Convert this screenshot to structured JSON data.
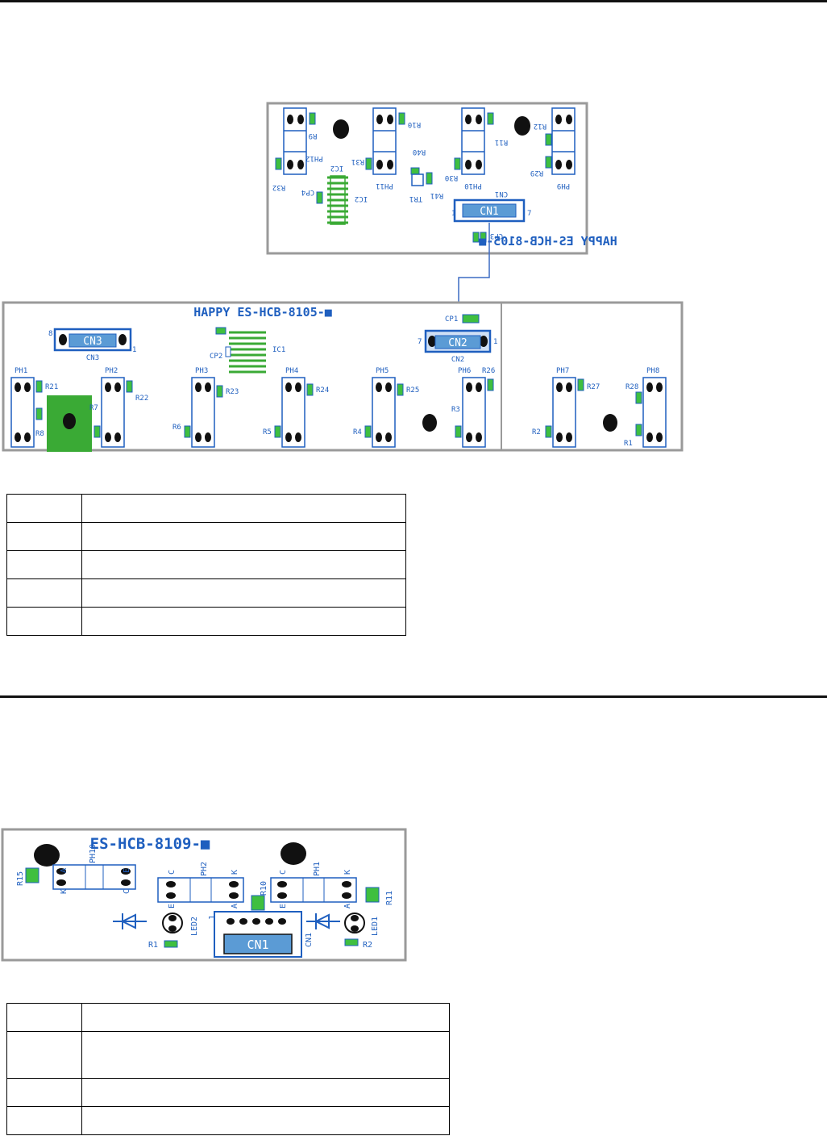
{
  "colors": {
    "board_fill": "#ffffff",
    "board_stroke": "#9a9a9a",
    "silk": "#1f5fbf",
    "pad": "#111111",
    "resistor": "#3fbf3f",
    "connector": "#5b9bd5",
    "connector_text": "#ffffff",
    "heatsink": "#3aaa35",
    "wire": "#3c6bc4"
  },
  "top_board": {
    "title": "HAPPY ES-HCB-8105-■",
    "labels": {
      "r9": "R9",
      "r10": "R10",
      "r11": "R11",
      "r12": "R12",
      "ph12": "PH12",
      "ph11": "PH11",
      "ph10": "PH10",
      "ph9": "PH9",
      "r32": "R32",
      "r31": "R31",
      "r30": "R30",
      "r29": "R29",
      "r40": "R40",
      "r41": "R41",
      "tr1": "TR1",
      "ic2a": "IC2",
      "ic2b": "IC2",
      "cp4": "CP4",
      "cp3": "CP3",
      "cn_small": "CN1",
      "pin1": "1",
      "pin7": "7"
    },
    "connector": "CN1"
  },
  "bottom_board": {
    "title": "HAPPY ES-HCB-8105-■",
    "connectors": {
      "cn3": "CN3",
      "cn2": "CN2"
    },
    "labels": {
      "cn3_small": "CN3",
      "cn2_small": "CN2",
      "cn3_pin8": "8",
      "cn3_pin1": "1",
      "cn2_pin7": "7",
      "cn2_pin1": "1",
      "cp1": "CP1",
      "cp2": "CP2",
      "ic1": "IC1",
      "ph1": "PH1",
      "ph2": "PH2",
      "ph3": "PH3",
      "ph4": "PH4",
      "ph5": "PH5",
      "ph6": "PH6",
      "ph7": "PH7",
      "ph8": "PH8",
      "r21": "R21",
      "r22": "R22",
      "r23": "R23",
      "r24": "R24",
      "r25": "R25",
      "r26": "R26",
      "r27": "R27",
      "r28": "R28",
      "r7": "R7",
      "r8": "R8",
      "r6": "R6",
      "r5": "R5",
      "r4": "R4",
      "r3": "R3",
      "r2": "R2",
      "r1": "R1"
    }
  },
  "third_board": {
    "title": "ES-HCB-8109-■",
    "connector": "CN1",
    "labels": {
      "r15": "R15",
      "ph10": "PH10",
      "ph2": "PH2",
      "ph1": "PH1",
      "r10": "R10",
      "r11": "R11",
      "led1": "LED1",
      "led2": "LED2",
      "r1": "R1",
      "r2": "R2",
      "cn1_small": "CN1",
      "pin1": "1",
      "a1": "A",
      "k1": "K",
      "e1": "E",
      "c1": "C",
      "c2": "C",
      "e2": "E",
      "k2": "K",
      "a2": "A",
      "c3": "C",
      "e3": "E",
      "k3": "K",
      "a3": "A"
    }
  },
  "table1": {
    "rows": [
      [
        "",
        ""
      ],
      [
        "",
        ""
      ],
      [
        "",
        ""
      ],
      [
        "",
        ""
      ],
      [
        "",
        ""
      ]
    ]
  },
  "table2": {
    "rows": [
      [
        "",
        ""
      ],
      [
        "",
        ""
      ],
      [
        "",
        ""
      ],
      [
        "",
        ""
      ]
    ]
  }
}
